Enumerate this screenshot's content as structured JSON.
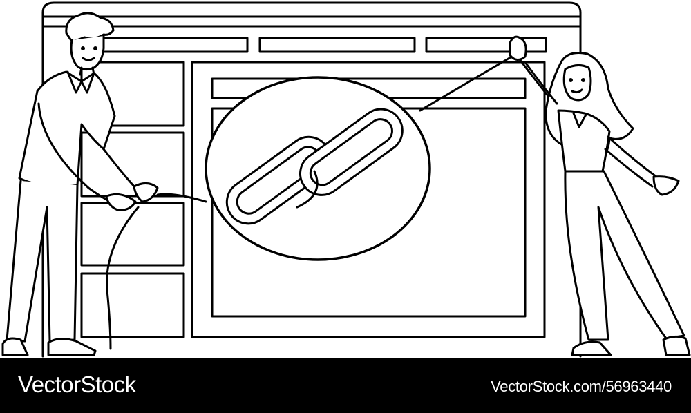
{
  "illustration": {
    "subject": "two people connecting a chain link icon on a web page layout",
    "line_color": "#000000",
    "background_color": "#ffffff",
    "icon": "chain-link-icon"
  },
  "footer": {
    "brand": "VectorStock",
    "image_url": "VectorStock.com/56963440",
    "background_color": "#000000",
    "text_color": "#ffffff"
  }
}
